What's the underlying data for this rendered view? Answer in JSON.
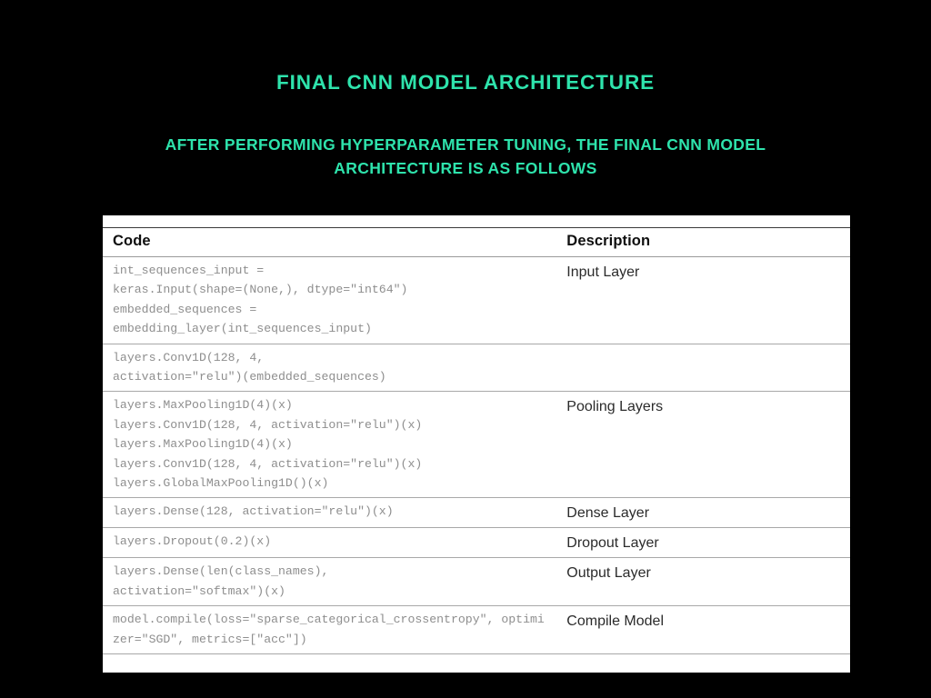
{
  "slide": {
    "background_color": "#000000",
    "accent_color": "#2ee3ac",
    "title": "FINAL CNN MODEL ARCHITECTURE",
    "subtitle": "AFTER PERFORMING HYPERPARAMETER TUNING, THE FINAL CNN MODEL ARCHITECTURE IS AS FOLLOWS"
  },
  "table": {
    "panel_color": "#ffffff",
    "headers": {
      "code": "Code",
      "description": "Description"
    },
    "rows": [
      {
        "code": "int_sequences_input =\nkeras.Input(shape=(None,), dtype=\"int64\")\nembedded_sequences =\nembedding_layer(int_sequences_input)",
        "description": "Input Layer"
      },
      {
        "code": "layers.Conv1D(128, 4,\nactivation=\"relu\")(embedded_sequences)",
        "description": ""
      },
      {
        "code": "layers.MaxPooling1D(4)(x)\nlayers.Conv1D(128, 4, activation=\"relu\")(x)\nlayers.MaxPooling1D(4)(x)\nlayers.Conv1D(128, 4, activation=\"relu\")(x)\nlayers.GlobalMaxPooling1D()(x)",
        "description": "Pooling Layers"
      },
      {
        "code": "layers.Dense(128, activation=\"relu\")(x)",
        "description": "Dense Layer"
      },
      {
        "code": "layers.Dropout(0.2)(x)",
        "description": "Dropout Layer"
      },
      {
        "code": "layers.Dense(len(class_names),\nactivation=\"softmax\")(x)",
        "description": "Output Layer"
      },
      {
        "code": "model.compile(loss=\"sparse_categorical_crossentropy\", optimizer=\"SGD\", metrics=[\"acc\"])",
        "description": "Compile Model"
      }
    ]
  }
}
